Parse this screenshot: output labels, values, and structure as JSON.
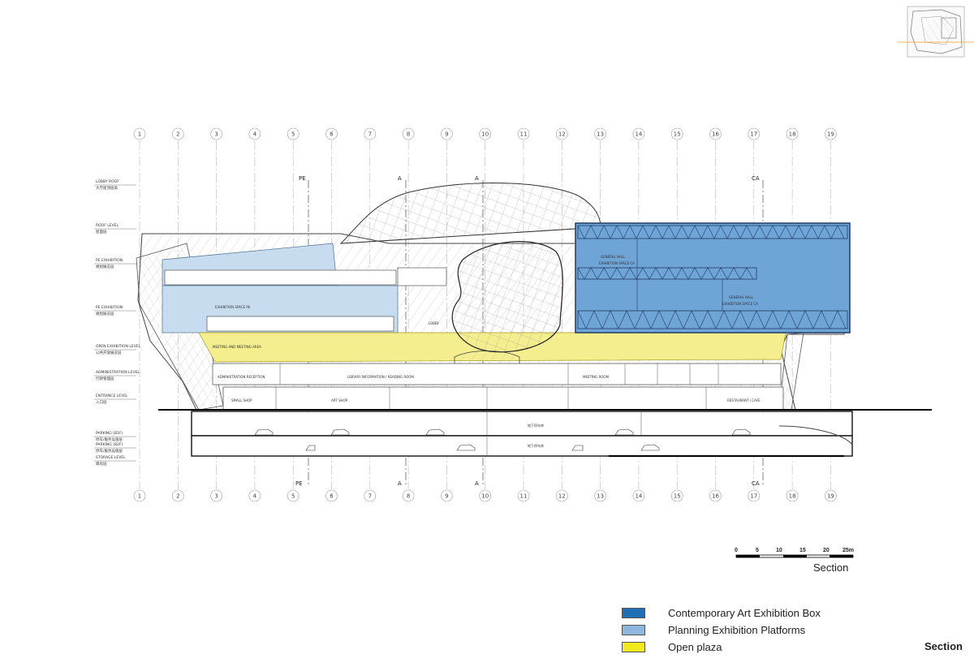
{
  "title": "Section",
  "subtitle": "Section",
  "grid": [
    "1",
    "2",
    "3",
    "4",
    "5",
    "6",
    "7",
    "8",
    "9",
    "10",
    "11",
    "12",
    "13",
    "14",
    "15",
    "16",
    "17",
    "18",
    "19"
  ],
  "section_marks": [
    "PE",
    "A",
    "A",
    "CA"
  ],
  "levels": [
    {
      "en": "LOBBY ROOF",
      "cn": "大厅屋顶层高"
    },
    {
      "en": "ROOF LEVEL",
      "cn": "屋面层"
    },
    {
      "en": "PE EXHIBITION",
      "cn": "规划展览层"
    },
    {
      "en": "PE EXHIBITION",
      "cn": "规划展览层"
    },
    {
      "en": "OPEN EXHIBITION LEVEL",
      "cn": "公共开放展览层"
    },
    {
      "en": "ADMINISTRATION LEVEL",
      "cn": "行政管理层"
    },
    {
      "en": "ENTRANCE LEVEL",
      "cn": "入口层"
    },
    {
      "en": "PARKING (B1F)",
      "cn": "停车/服务设施层"
    },
    {
      "en": "PARKING (B2F)",
      "cn": "停车/服务设施层"
    },
    {
      "en": "STORAGE LEVEL",
      "cn": "库房层"
    }
  ],
  "rooms": {
    "exhibition_space_pe": "EXHIBITION SPACE PE",
    "general_hall_1": "GENERAL HALL",
    "exhibition_space_ca_1": "EXHIBITION SPACE CA",
    "general_hall_2": "GENERAL HALL",
    "exhibition_space_ca_2": "EXHIBITION SPACE CA",
    "meeting_area": "MEETING AND MEETING AREA",
    "lobby": "LOBBY",
    "admin_reception": "ADMINISTRATION RECEPTION",
    "library": "LIBRARY INFORMATION / READING ROOM",
    "meeting_room": "MEETING ROOM",
    "small_shop": "SMALL SHOP",
    "art_shop": "ART SHOP",
    "restaurant": "RESTAURANT / CAFE",
    "parking_1": "地下停车库",
    "parking_2": "地下停车库"
  },
  "scale": {
    "ticks": [
      "0",
      "5",
      "10",
      "15",
      "20",
      "25m"
    ]
  },
  "legend": [
    {
      "label": "Contemporary Art Exhibition Box",
      "color": "#1f6fb4"
    },
    {
      "label": "Planning Exhibition Platforms",
      "color": "#8fb6dc"
    },
    {
      "label": "Open plaza",
      "color": "#f2ea1d"
    }
  ],
  "colors": {
    "ca_box": "#6fa4d7",
    "pe_platform": "#c8dcef",
    "plaza": "#f4ee8e",
    "line": "#555555"
  }
}
